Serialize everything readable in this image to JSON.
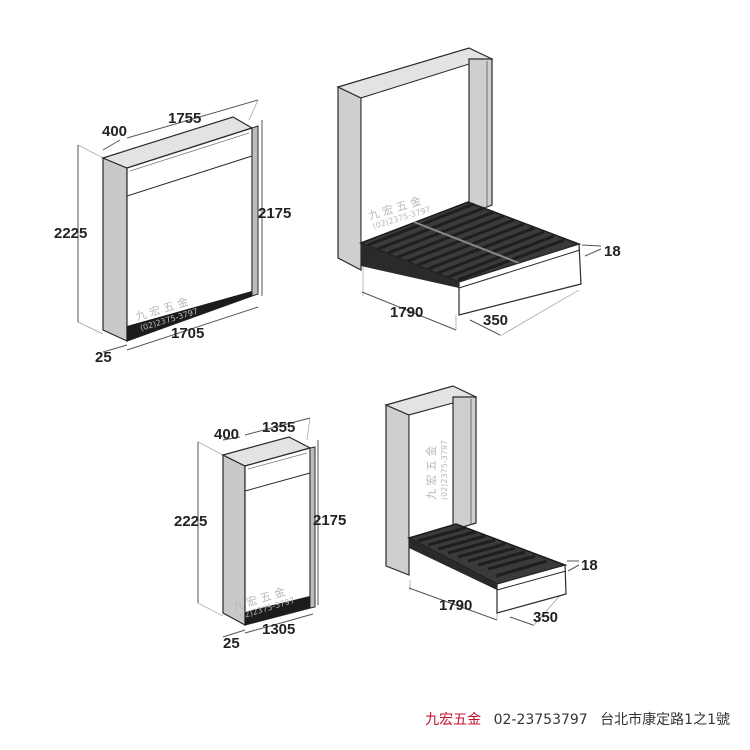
{
  "colors": {
    "panel_side": "#c9c9c9",
    "panel_front": "#ffffff",
    "panel_top": "#e0e0e0",
    "outline": "#2a2a2a",
    "frame_dark": "#1c1c1c",
    "brand_red": "#c8102e"
  },
  "watermark": {
    "name": "九 宏 五 金",
    "phone": "(02)2375-3797"
  },
  "double": {
    "closed": {
      "depth": "400",
      "width": "1755",
      "height_outer": "2225",
      "height_inner": "2175",
      "inner_width": "1705",
      "side": "25"
    },
    "open": {
      "length": "1790",
      "leg": "350",
      "thickness": "18"
    }
  },
  "single": {
    "closed": {
      "depth": "400",
      "width": "1355",
      "height_outer": "2225",
      "height_inner": "2175",
      "inner_width": "1305",
      "side": "25"
    },
    "open": {
      "length": "1790",
      "leg": "350",
      "thickness": "18"
    }
  },
  "footer": {
    "brand": "九宏五金",
    "phone": "02-23753797",
    "address": "台北市康定路1之1號"
  }
}
